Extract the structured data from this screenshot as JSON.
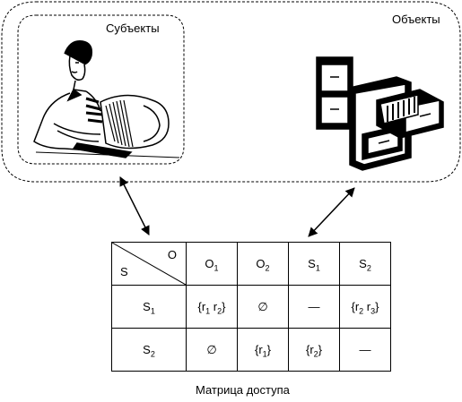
{
  "subjects": {
    "label": "Субъекты"
  },
  "objects": {
    "label": "Объекты"
  },
  "matrix": {
    "corner_object_label": "O",
    "corner_subject_label": "S",
    "columns": [
      {
        "base": "O",
        "sub": "1"
      },
      {
        "base": "O",
        "sub": "2"
      },
      {
        "base": "S",
        "sub": "1"
      },
      {
        "base": "S",
        "sub": "2"
      }
    ],
    "rows": [
      {
        "header": {
          "base": "S",
          "sub": "1"
        },
        "cells": [
          {
            "text": "{r",
            "sub1": "1",
            "mid": " r",
            "sub2": "2",
            "end": "}"
          },
          {
            "text": "∅"
          },
          {
            "text": "—"
          },
          {
            "text": "{r",
            "sub1": "2",
            "mid": " r",
            "sub2": "3",
            "end": "}"
          }
        ]
      },
      {
        "header": {
          "base": "S",
          "sub": "2"
        },
        "cells": [
          {
            "text": "∅"
          },
          {
            "text": "{r",
            "sub1": "1",
            "end": "}"
          },
          {
            "text": "{r",
            "sub1": "2",
            "end": "}"
          },
          {
            "text": "—"
          }
        ]
      }
    ],
    "caption": "Матрица доступа"
  }
}
